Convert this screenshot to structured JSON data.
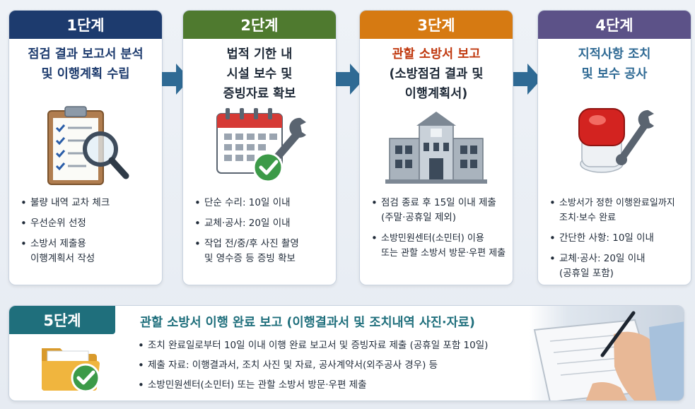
{
  "steps": [
    {
      "head": "1단계",
      "title": [
        "점검 결과 보고서 분석",
        "및 이행계획 수립"
      ],
      "bullets": [
        [
          "불량 내역 교차 체크"
        ],
        [
          "우선순위 선정"
        ],
        [
          "소방서 제출용",
          "이행계획서 작성"
        ]
      ],
      "icon": "clipboard-magnifier-icon"
    },
    {
      "head": "2단계",
      "title": [
        "법적 기한 내",
        "시설 보수 및",
        "증빙자료 확보"
      ],
      "bullets": [
        [
          "단순 수리: 10일 이내"
        ],
        [
          "교체·공사: 20일 이내"
        ],
        [
          "작업 전/중/후 사진 촬영",
          "및 영수증 등 증빙 확보"
        ]
      ],
      "icon": "calendar-wrench-check-icon"
    },
    {
      "head": "3단계",
      "title": [
        "관할 소방서 보고",
        "(소방점검 결과 및",
        "이행계획서)"
      ],
      "bullets": [
        [
          "점검 종료 후 15일 이내 제출",
          "(주말·공휴일 제외)"
        ],
        [
          "소방민원센터(소민터) 이용",
          "또는 관할 소방서 방문·우편 제출"
        ]
      ],
      "icon": "government-building-icon"
    },
    {
      "head": "4단계",
      "title": [
        "지적사항 조치",
        "및 보수 공사"
      ],
      "bullets": [
        [
          "소방서가 정한 이행완료일까지",
          "조치·보수 완료"
        ],
        [
          "간단한 사항: 10일 이내"
        ],
        [
          "교체·공사: 20일 이내",
          "(공휴일 포함)"
        ]
      ],
      "icon": "fire-alarm-wrench-icon"
    }
  ],
  "step5": {
    "head": "5단계",
    "title": "관할 소방서 이행 완료 보고 (이행결과서 및 조치내역 사진·자료)",
    "bullets": [
      "조치 완료일로부터 10일 이내 이행 완료 보고서 및 증빙자료 제출 (공휴일 포함 10일)",
      "제출 자료: 이행결과서, 조치 사진 및 자료, 공사계약서(외주공사 경우) 등",
      "소방민원센터(소민터) 또는 관할 소방서 방문·우편 제출"
    ],
    "icon": "folder-check-icon"
  },
  "colors": {
    "step1": "#1d3b6e",
    "step2": "#4f7a2f",
    "step3": "#d67a12",
    "step4": "#5c5288",
    "step5": "#1f6f7c",
    "arrow": "#2f6a94"
  }
}
